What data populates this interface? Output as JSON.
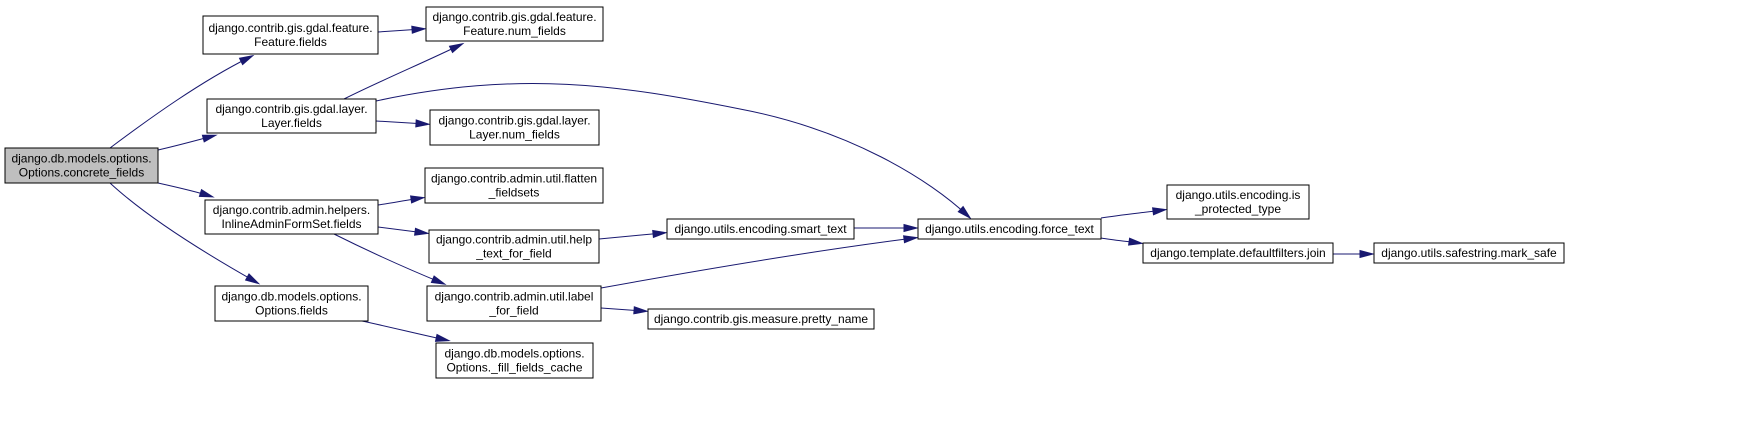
{
  "graph": {
    "nodes": [
      {
        "id": "root",
        "lines": [
          "django.db.models.options.",
          "Options.concrete_fields"
        ],
        "highlight": true
      },
      {
        "id": "feature_fields",
        "lines": [
          "django.contrib.gis.gdal.feature.",
          "Feature.fields"
        ]
      },
      {
        "id": "feature_num_fields",
        "lines": [
          "django.contrib.gis.gdal.feature.",
          "Feature.num_fields"
        ]
      },
      {
        "id": "layer_fields",
        "lines": [
          "django.contrib.gis.gdal.layer.",
          "Layer.fields"
        ]
      },
      {
        "id": "layer_num_fields",
        "lines": [
          "django.contrib.gis.gdal.layer.",
          "Layer.num_fields"
        ]
      },
      {
        "id": "inline_fields",
        "lines": [
          "django.contrib.admin.helpers.",
          "InlineAdminFormSet.fields"
        ]
      },
      {
        "id": "flatten_fieldsets",
        "lines": [
          "django.contrib.admin.util.flatten",
          "_fieldsets"
        ]
      },
      {
        "id": "help_text_for_field",
        "lines": [
          "django.contrib.admin.util.help",
          "_text_for_field"
        ]
      },
      {
        "id": "label_for_field",
        "lines": [
          "django.contrib.admin.util.label",
          "_for_field"
        ]
      },
      {
        "id": "options_fields",
        "lines": [
          "django.db.models.options.",
          "Options.fields"
        ]
      },
      {
        "id": "fill_fields_cache",
        "lines": [
          "django.db.models.options.",
          "Options._fill_fields_cache"
        ]
      },
      {
        "id": "smart_text",
        "lines": [
          "django.utils.encoding.smart_text"
        ]
      },
      {
        "id": "force_text",
        "lines": [
          "django.utils.encoding.force_text"
        ]
      },
      {
        "id": "pretty_name",
        "lines": [
          "django.contrib.gis.measure.pretty_name"
        ]
      },
      {
        "id": "is_protected_type",
        "lines": [
          "django.utils.encoding.is",
          "_protected_type"
        ]
      },
      {
        "id": "join",
        "lines": [
          "django.template.defaultfilters.join"
        ]
      },
      {
        "id": "mark_safe",
        "lines": [
          "django.utils.safestring.mark_safe"
        ]
      }
    ],
    "edges": [
      [
        "root",
        "feature_fields"
      ],
      [
        "root",
        "layer_fields"
      ],
      [
        "root",
        "inline_fields"
      ],
      [
        "root",
        "options_fields"
      ],
      [
        "feature_fields",
        "feature_num_fields"
      ],
      [
        "layer_fields",
        "feature_num_fields"
      ],
      [
        "layer_fields",
        "layer_num_fields"
      ],
      [
        "layer_fields",
        "force_text"
      ],
      [
        "inline_fields",
        "flatten_fieldsets"
      ],
      [
        "inline_fields",
        "help_text_for_field"
      ],
      [
        "inline_fields",
        "label_for_field"
      ],
      [
        "help_text_for_field",
        "smart_text"
      ],
      [
        "smart_text",
        "force_text"
      ],
      [
        "label_for_field",
        "force_text"
      ],
      [
        "label_for_field",
        "pretty_name"
      ],
      [
        "options_fields",
        "fill_fields_cache"
      ],
      [
        "force_text",
        "is_protected_type"
      ],
      [
        "force_text",
        "join"
      ],
      [
        "join",
        "mark_safe"
      ]
    ]
  }
}
